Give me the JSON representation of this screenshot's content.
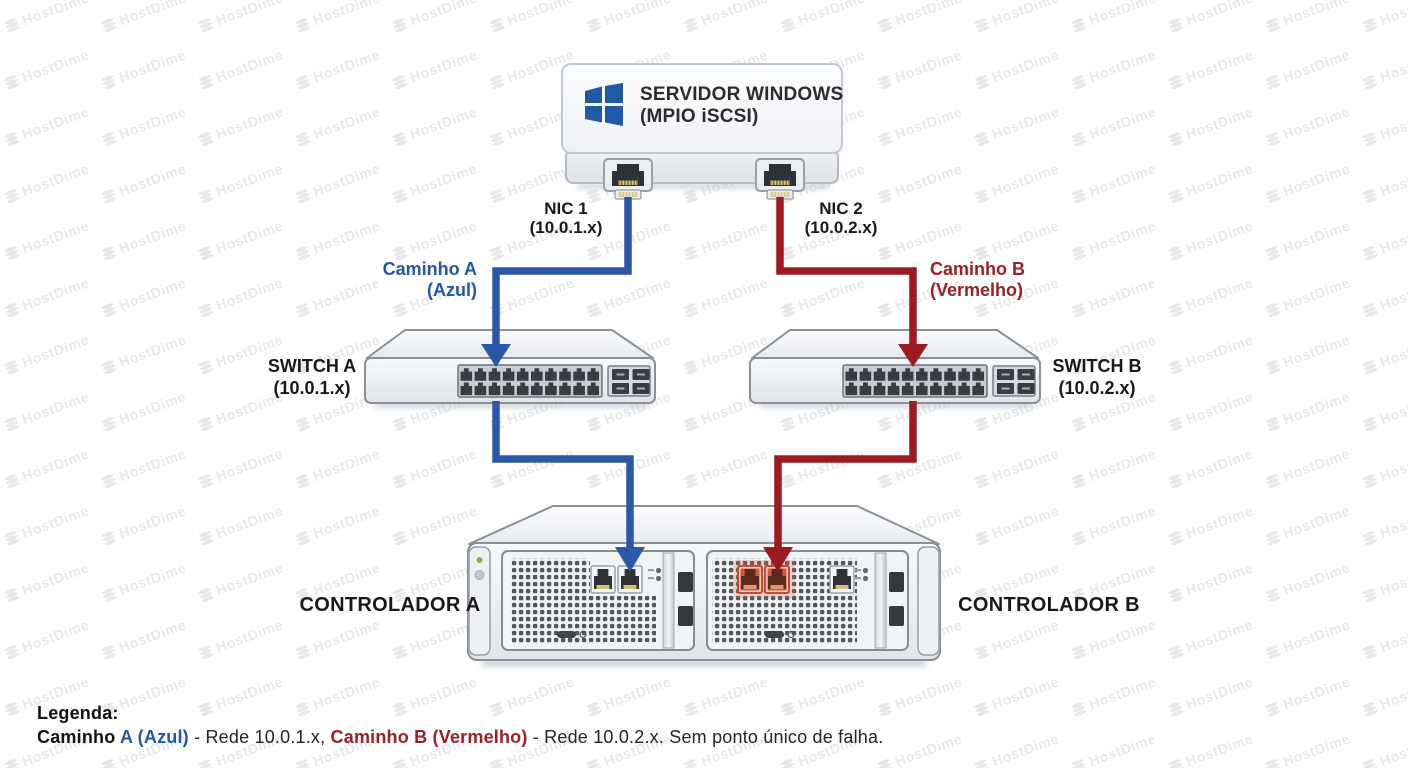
{
  "watermark": {
    "text": "HostDime",
    "logo_icon": "hostdime-stacked-bars-icon"
  },
  "colors": {
    "path_a_blue": "#2a57a8",
    "path_b_red": "#9c1a20",
    "label_blue": "#2456a8",
    "label_red": "#9b1f24",
    "windows_blue": "#1f5aa8"
  },
  "server": {
    "title_line1": "SERVIDOR WINDOWS",
    "title_line2": "(MPIO iSCSI)",
    "logo_icon": "windows-logo-icon"
  },
  "nic1": {
    "label": "NIC 1",
    "subnet": "(10.0.1.x)"
  },
  "nic2": {
    "label": "NIC 2",
    "subnet": "(10.0.2.x)"
  },
  "path_a": {
    "label": "Caminho A",
    "sublabel": "(Azul)"
  },
  "path_b": {
    "label": "Caminho B",
    "sublabel": "(Vermelho)"
  },
  "switch_a": {
    "label": "SWITCH A",
    "subnet": "(10.0.1.x)"
  },
  "switch_b": {
    "label": "SWITCH B",
    "subnet": "(10.0.2.x)"
  },
  "controller_a": {
    "label": "CONTROLADOR A"
  },
  "controller_b": {
    "label": "CONTROLADOR B"
  },
  "legend": {
    "heading": "Legenda:",
    "part1": "Caminho ",
    "part2": "A (Azul)",
    "part3": " - Rede 10.0.1.x, ",
    "part4": "Caminho B (Vermelho)",
    "part5": " - Rede 10.0.2.x. Sem ponto único de falha."
  }
}
